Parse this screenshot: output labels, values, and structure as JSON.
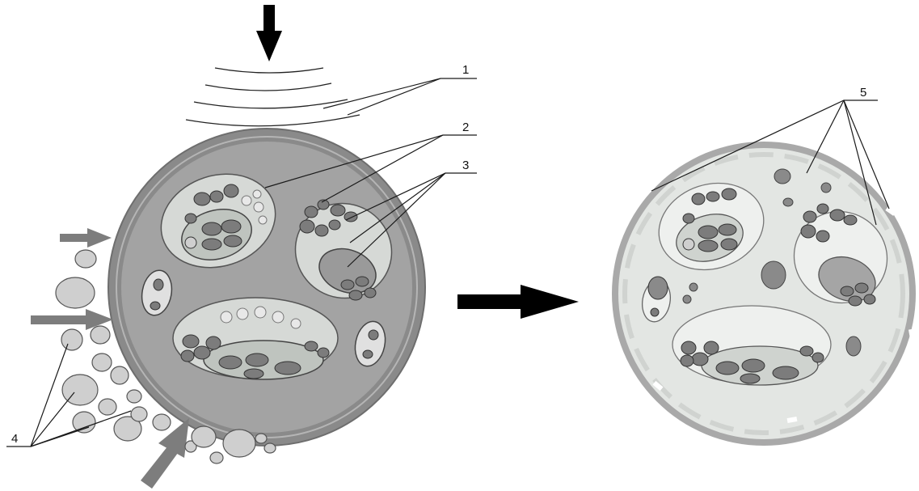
{
  "diagram": {
    "callouts": {
      "wave_lines": "1",
      "fascicles": "2",
      "inner_cells": "3",
      "outer_particles": "4",
      "sheath_breaks": "5"
    }
  },
  "colors": {
    "sheath": "#8a8a8a",
    "sheath_edge": "#6e6e6e",
    "matrix": "#a3a3a3",
    "fascicle_fill": "#d6d9d6",
    "cell_dark": "#7c7c7c",
    "cell_light": "#cfcfcf",
    "arrow_dark": "#000000",
    "arrow_gray": "#7d7d7d",
    "treated_bg": "#e3e6e3"
  }
}
